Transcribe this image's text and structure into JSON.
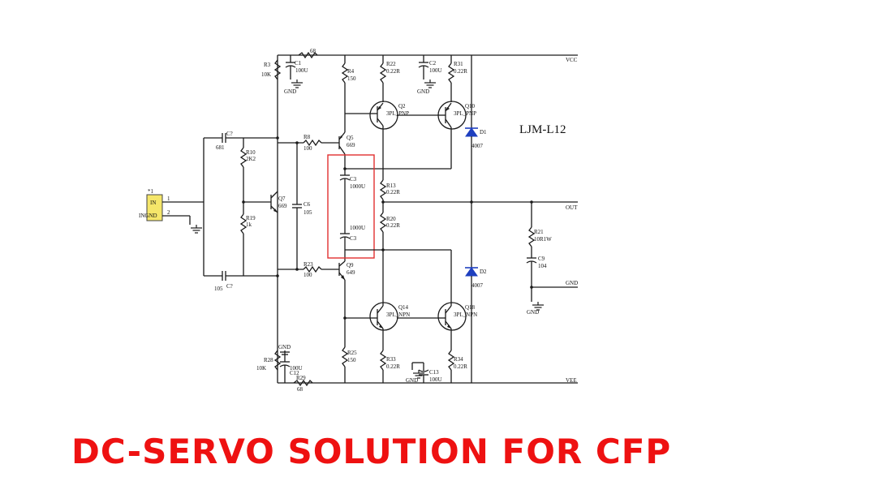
{
  "model": "LJM-L12",
  "title": "DC-SERVO SOLUTION FOR CFP",
  "colors": {
    "title": "#ee1111",
    "highlight": "#e03030",
    "diode": "#1e3fbf",
    "connector": "#f5e66a",
    "wire": "#1a1a1a"
  },
  "nets": {
    "vcc": "VCC",
    "vee": "VEE",
    "out": "OUT",
    "gnd": "GND"
  },
  "connector": {
    "ref": "*1",
    "pin1_label": "IN",
    "pin2_label": "INGND",
    "pin1": "1",
    "pin2": "2"
  },
  "components": {
    "r3": "R3",
    "r3_v": "10K",
    "r_top": "68",
    "c1": "C1",
    "c1_v": "100U",
    "c1_gnd": "GND",
    "r4": "R4",
    "r4_v": "150",
    "r22": "R22",
    "r22_v": "0.22R",
    "c2": "C2",
    "c2_v": "100U",
    "c2_gnd": "GND",
    "r31": "R31",
    "r31_v": "0.22R",
    "q2": "Q2",
    "q2_v": "3PL_PNP",
    "q10": "Q10",
    "q10_v": "3PL_PNP",
    "d1": "D1",
    "d1_v": "4007",
    "r8": "R8",
    "r8_v": "100",
    "q5": "Q5",
    "q5_v": "669",
    "c_top": "C?",
    "c_top_v": "681",
    "r10": "R10",
    "r10_v": "2K2",
    "q7": "Q7",
    "q7_v": "669",
    "c6": "C6",
    "c6_v": "105",
    "c3a": "C3",
    "c3a_v": "1000U",
    "r13": "R13",
    "r13_v": "0.22R",
    "r19": "R19",
    "r19_v": "1k",
    "r20": "R20",
    "r20_v": "0.22R",
    "c3b": "C3",
    "c3b_v": "1000U",
    "r21": "R21",
    "r21_v": "10R1W",
    "c9": "C9",
    "c9_v": "104",
    "c9_gnd": "GND",
    "r23": "R23",
    "r23_v": "100",
    "q9": "Q9",
    "q9_v": "649",
    "d2": "D2",
    "d2_v": "4007",
    "c_bot": "C?",
    "c_bot_v": "105",
    "q14": "Q14",
    "q14_v": "3PL_NPN",
    "q18": "Q18",
    "q18_v": "3PL_NPN",
    "gnd_b": "GND",
    "r25": "R25",
    "r25_v": "150",
    "r28": "R28",
    "r28_v": "10K",
    "c12": "C12",
    "c12_v": "100U",
    "r29": "R29",
    "r29_v": "68",
    "r33": "R33",
    "r33_v": "0.22R",
    "c13": "C13",
    "c13_v": "100U",
    "c13_gnd": "GND",
    "r34": "R34",
    "r34_v": "0.22R"
  }
}
